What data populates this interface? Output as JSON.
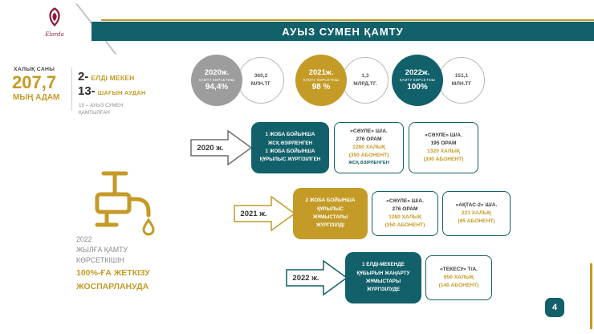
{
  "colors": {
    "teal": "#11606a",
    "gold": "#c49b26",
    "gray": "#9d9d9d",
    "logo_red": "#8d1b3d"
  },
  "header": {
    "title": "АУЫЗ СУМЕН ҚАМТУ",
    "logo_text": "Elorda"
  },
  "left": {
    "population_label": "ХАЛЫҚ САНЫ",
    "population_value": "207,7",
    "population_unit": "МЫҢ АДАМ",
    "stat1_num": "2-",
    "stat1_label": "ЕЛДІ МЕКЕН",
    "stat2_num": "13-",
    "stat2_label": "ШАҒЫН АУДАН",
    "note": "15 – АУЫЗ СУМЕН ҚАМТЫЛҒАН",
    "goal_gray": "2022\nЖЫЛҒА ҚАМТУ\nКӨРСЕТКІШІН",
    "goal_gold": "100%-ҒА ЖЕТКІЗУ\nЖОСПАРЛАНУДА"
  },
  "badges": [
    {
      "year": "2020ж.",
      "label": "ҚАМТУ КӨРСЕТКІШ",
      "value": "94,4%",
      "amount": "360,2 МЛН.ТГ"
    },
    {
      "year": "2021ж.",
      "label": "ҚАМТУ КӨРСЕТКІШ",
      "value": "98 %",
      "amount": "1,3 МЛРД.ТГ."
    },
    {
      "year": "2022ж.",
      "label": "ҚАМТУ КӨРСЕТКІШ",
      "value": "100%",
      "amount": "151,1 МЛН.ТГ"
    }
  ],
  "rows": [
    {
      "year": "2020 ж.",
      "summary": "1 ЖОБА БОЙЫНША\nЖСҚ ӘЗІРЛЕНГЕН\n1 ЖОБА БОЙЫНША\nҚҰРЫЛЫС ЖҮРГІЗІЛГЕН",
      "cards": [
        {
          "title": "«СӘУЛЕ» Ш/А.",
          "sub": "276 ОРАМ",
          "gold1": "1280 ХАЛЫҚ",
          "gold2": "(350 АБОНЕНТ)",
          "extra": "ЖСҚ ӘЗІРЛЕНГЕН"
        },
        {
          "title": "«СӘУЛЕ» Ш/А.",
          "sub": "195 ОРАМ",
          "gold1": "1320 ХАЛЫҚ",
          "gold2": "(300 АБОНЕНТ)"
        }
      ]
    },
    {
      "year": "2021 ж.",
      "summary": "2 ЖОБА БОЙЫНША\nҚҰРЫЛЫС\nЖҰМЫСТАРЫ\nЖҮРГІЗІЛДІ",
      "cards": [
        {
          "title": "«СӘУЛЕ» Ш/А.",
          "sub": "276 ОРАМ",
          "gold1": "1280 ХАЛЫҚ",
          "gold2": "(350 АБОНЕНТ)"
        },
        {
          "title": "«АҚТАС-2» Ш/А.",
          "gold1": "221 ХАЛЫҚ",
          "gold2": "(65 АБОНЕНТ)"
        }
      ]
    },
    {
      "year": "2022 ж.",
      "summary": "1 ЕЛДІ-МЕКЕНДЕ\nҚҰБЫРЫН ЖАҢАРТУ\nЖҰМЫСТАРЫ\nЖҮРГІЗІЛУДЕ",
      "cards": [
        {
          "title": "«ТЕКЕСУ» Т/А.",
          "gold1": "650 ХАЛЫҚ",
          "gold2": "(140 АБОНЕНТ)"
        }
      ]
    }
  ],
  "footer": {
    "page_number": "4"
  }
}
